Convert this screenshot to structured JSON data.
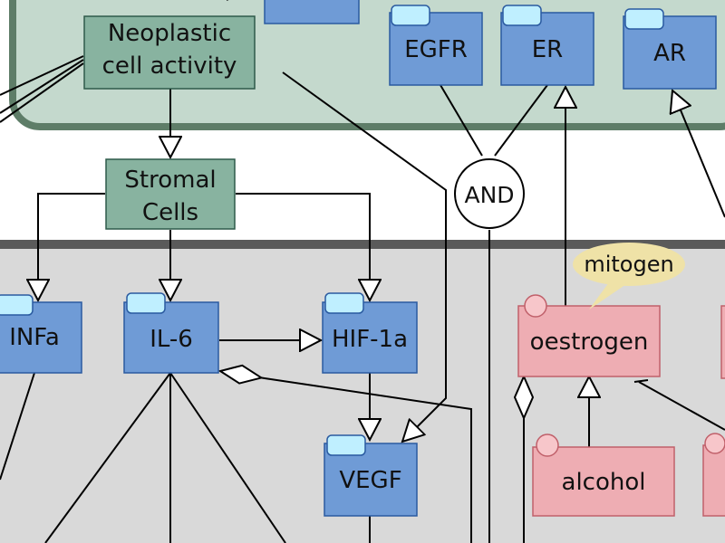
{
  "nodes": {
    "neoplastic": "Neoplastic\ncell activity",
    "stromal": "Stromal\nCells",
    "egfr": "EGFR",
    "er": "ER",
    "ar": "AR",
    "and": "AND",
    "tnfa": "INFa",
    "il6": "IL-6",
    "hif1a": "HIF-1a",
    "vegf": "VEGF",
    "oestrogen": "oestrogen",
    "alcohol": "alcohol",
    "mitogen": "mitogen"
  },
  "colors": {
    "compartment_top": "#c4d9cd",
    "compartment_top_border": "#5e7d68",
    "compartment_bottom": "#d9d9d9",
    "compartment_bottom_border": "#5a5a5a",
    "process": "#88b3a0",
    "gene": "#6f9bd6",
    "gene_tab": "#bfefff",
    "chemical": "#eeadb3",
    "chemical_tab": "#f7c6ca",
    "bubble": "#efe2a7"
  }
}
